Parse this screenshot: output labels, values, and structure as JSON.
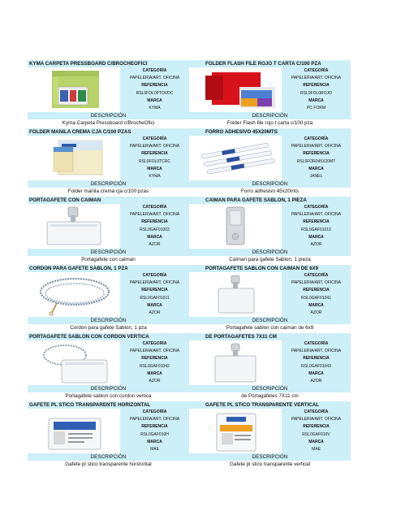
{
  "labels": {
    "categoria": "CATEGORÍA",
    "referencia": "REFERENCIA",
    "marca": "MARCA",
    "descripcion": "DESCRIPCIÓN"
  },
  "products": [
    {
      "title": "KYMA CARPETA PRESSBOARD C/BROCHEOFICI",
      "categoria": "PAPELERIA/ART. OFICINA",
      "referencia": "RSL0FOL0PTOVDC",
      "marca": "KYMA",
      "descripcion": "Kyma Carpeta Pressboard c/BrocheOfici"
    },
    {
      "title": "FOLDER FLASH FILE ROJO T CARTA C/100 PZA",
      "categoria": "PAPELERIA/ART. OFICINA",
      "referencia": "RSL0FOL0ROJO",
      "marca": "PC FORM",
      "descripcion": "Folder Flash file rojo t carta c/100 pza"
    },
    {
      "title": "FOLDER MANILA CREMA CJA C/100 PZAS",
      "categoria": "PAPELERIA/ART. OFICINA",
      "referencia": "RSL0FOL0TCRC",
      "marca": "KYMA",
      "descripcion": "Folder manila crema cja c/100 pzas"
    },
    {
      "title": "FORRO ADHESIVO 45X20MTS",
      "categoria": "PAPELERIA/ART. OFICINA",
      "referencia": "RSL0FOR045X20MT",
      "marca": "JANEL",
      "descripcion": "Forro adhesivo 45x20mts"
    },
    {
      "title": "PORTAGAFETE CON CAIMAN",
      "categoria": "PAPELERIA/ART. OFICINA",
      "referencia": "RSL0GAF01003",
      "marca": "AZOR",
      "descripcion": "Portagafete con caiman"
    },
    {
      "title": "CAIMAN PARA GAFETE SABLON, 1 PIEZA",
      "categoria": "PAPELERIA/ART. OFICINA",
      "referencia": "RSL0GAF01010",
      "marca": "AZOR",
      "descripcion": "Caiman para gafete Sablon, 1 pieza"
    },
    {
      "title": "CORDON PARA GAFETE SABLON, 1 PZA",
      "categoria": "PAPELERIA/ART. OFICINA",
      "referencia": "RSL0GAF01011",
      "marca": "AZOR",
      "descripcion": "Cordon para gafete Sablon, 1 pza"
    },
    {
      "title": "PORTAGAFETE SABLON CON CAIMAN DE 6X9",
      "categoria": "PAPELERIA/ART. OFICINA",
      "referencia": "RSL0GAF01041",
      "marca": "AZOR",
      "descripcion": "Portagafete sablon con caiman de 6x9"
    },
    {
      "title": "PORTAGAFETE SABLON CON CORDON VERTICA",
      "categoria": "PAPELERIA/ART. OFICINA",
      "referencia": "RSL0GAF01042",
      "marca": "AZOR",
      "descripcion": "Portagafete sablon con cordon vertica"
    },
    {
      "title": "DE PORTAGAFETES 7X11 CM",
      "categoria": "PAPELERIA/ART. OFICINA",
      "referencia": "RSL0GAF01043",
      "marca": "AZOR",
      "descripcion": "de Portagafetes 7X11 cm"
    },
    {
      "title": "GAFETE PL STICO TRANSPARENTE HORIZONTAL",
      "categoria": "PAPELERIA/ART. OFICINA",
      "referencia": "RSL0GAF010H",
      "marca": "MAE",
      "descripcion": "Gafete pl stico transparente horizontal"
    },
    {
      "title": "GAFETE PL STICO TRANSPARENTE VERTICAL",
      "categoria": "PAPELERIA/ART. OFICINA",
      "referencia": "RSL0GAF010V",
      "marca": "MAE",
      "descripcion": "Gafete pl stico transparente vertical"
    }
  ]
}
